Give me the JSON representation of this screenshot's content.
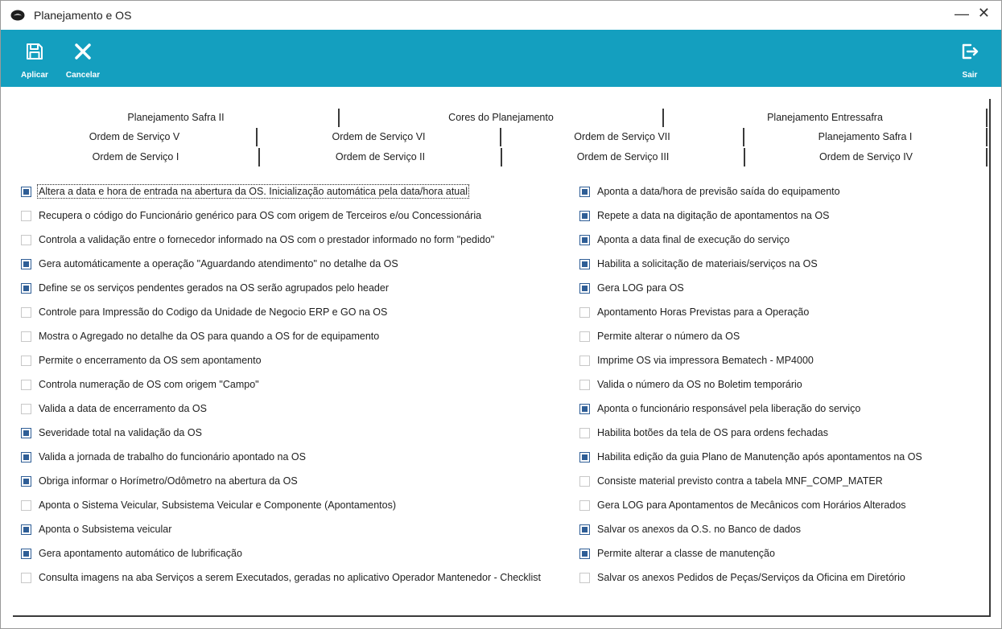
{
  "window": {
    "title": "Planejamento e OS",
    "minimize_glyph": "—",
    "close_glyph": "✕"
  },
  "toolbar": {
    "apply_label": "Aplicar",
    "cancel_label": "Cancelar",
    "exit_label": "Sair",
    "background": "#149fbf"
  },
  "tabs": {
    "row1": [
      "Planejamento Safra II",
      "Cores do Planejamento",
      "Planejamento Entressafra"
    ],
    "row2": [
      "Ordem de Serviço V",
      "Ordem de Serviço VI",
      "Ordem de Serviço VII",
      "Planejamento Safra I"
    ],
    "row3": [
      "Ordem de Serviço I",
      "Ordem de Serviço II",
      "Ordem de Serviço III",
      "Ordem de Serviço IV"
    ],
    "active": "Ordem de Serviço I"
  },
  "options_left": [
    {
      "label": "Altera a data e hora de entrada na abertura da OS. Inicialização automática pela data/hora atual",
      "checked": true
    },
    {
      "label": "Recupera o código do Funcionário genérico para OS com origem de Terceiros e/ou Concessionária",
      "checked": false
    },
    {
      "label": "Controla a validação entre o fornecedor informado na OS com o prestador informado no form \"pedido\"",
      "checked": false
    },
    {
      "label": "Gera automáticamente a operação \"Aguardando atendimento\" no detalhe da OS",
      "checked": true
    },
    {
      "label": "Define se os serviços pendentes gerados na OS serão agrupados pelo header",
      "checked": true
    },
    {
      "label": "Controle para Impressão do Codigo da Unidade de Negocio ERP e GO na OS",
      "checked": false
    },
    {
      "label": "Mostra o Agregado no detalhe da OS para quando a OS for de equipamento",
      "checked": false
    },
    {
      "label": "Permite o encerramento da OS sem apontamento",
      "checked": false
    },
    {
      "label": "Controla numeração de OS com origem \"Campo\"",
      "checked": false
    },
    {
      "label": "Valida a data de encerramento da OS",
      "checked": false
    },
    {
      "label": "Severidade total na validação da OS",
      "checked": true
    },
    {
      "label": "Valida a jornada de trabalho do funcionário apontado na OS",
      "checked": true
    },
    {
      "label": "Obriga informar o Horímetro/Odômetro na abertura da OS",
      "checked": true
    },
    {
      "label": "Aponta o Sistema Veicular, Subsistema Veicular e Componente (Apontamentos)",
      "checked": false
    },
    {
      "label": "Aponta o Subsistema veicular",
      "checked": true
    },
    {
      "label": "Gera apontamento automático de lubrificação",
      "checked": true
    },
    {
      "label": "Consulta imagens na aba Serviços a serem Executados, geradas no aplicativo Operador Mantenedor - Checklist",
      "checked": false
    }
  ],
  "options_right": [
    {
      "label": "Aponta a data/hora de previsão saída do equipamento",
      "checked": true
    },
    {
      "label": "Repete a data na digitação de apontamentos na OS",
      "checked": true
    },
    {
      "label": "Aponta a data final de execução do serviço",
      "checked": true
    },
    {
      "label": "Habilita a solicitação de materiais/serviços na OS",
      "checked": true
    },
    {
      "label": "Gera LOG para OS",
      "checked": true
    },
    {
      "label": "Apontamento Horas Previstas para a Operação",
      "checked": false
    },
    {
      "label": "Permite alterar o número da OS",
      "checked": false
    },
    {
      "label": "Imprime OS via impressora Bematech - MP4000",
      "checked": false
    },
    {
      "label": "Valida o número da OS no Boletim temporário",
      "checked": false
    },
    {
      "label": "Aponta o funcionário responsável pela liberação do serviço",
      "checked": true
    },
    {
      "label": "Habilita botões da tela de OS para ordens fechadas",
      "checked": false
    },
    {
      "label": "Habilita edição da guia Plano de Manutenção após apontamentos na OS",
      "checked": true
    },
    {
      "label": "Consiste material previsto contra a tabela MNF_COMP_MATER",
      "checked": false
    },
    {
      "label": "Gera LOG para Apontamentos de Mecânicos com Horários Alterados",
      "checked": false
    },
    {
      "label": "Salvar os anexos da O.S. no Banco de dados",
      "checked": true
    },
    {
      "label": "Permite alterar a classe de manutenção",
      "checked": true
    },
    {
      "label": "Salvar os anexos Pedidos de Peças/Serviços da Oficina em Diretório",
      "checked": false
    }
  ]
}
